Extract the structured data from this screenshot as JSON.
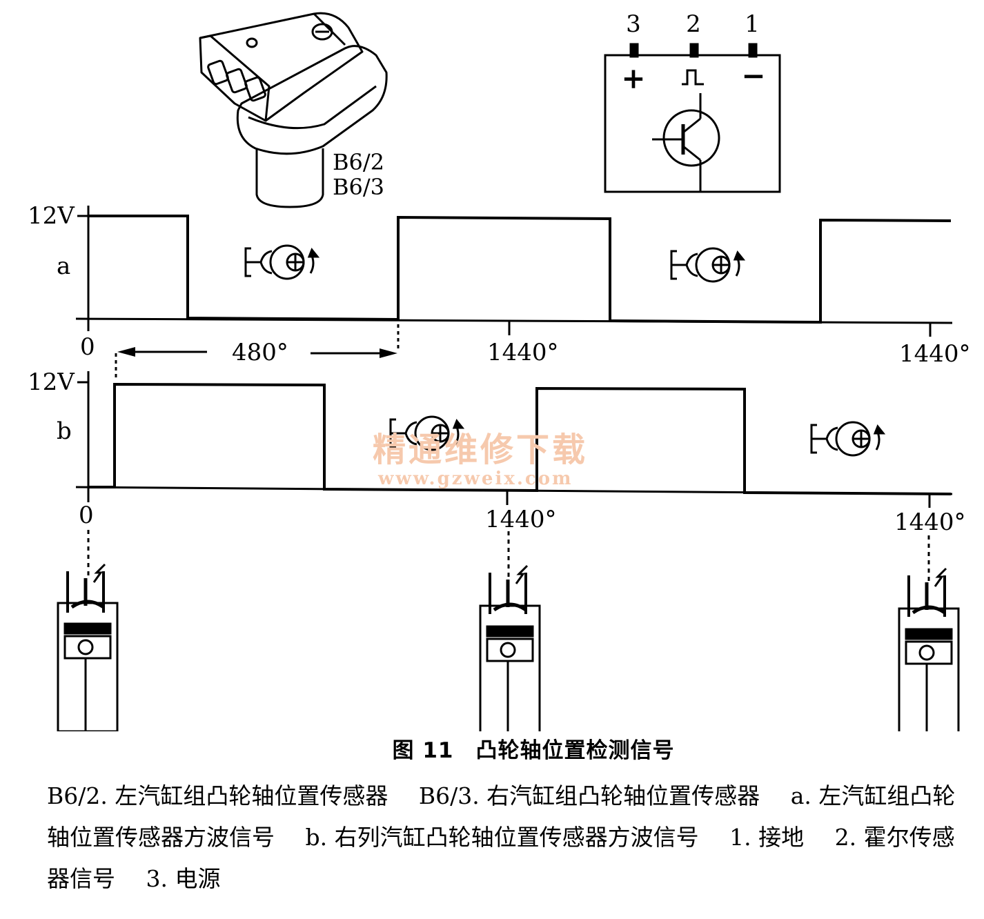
{
  "sensor": {
    "label_left": "B6/2",
    "label_right": "B6/3"
  },
  "schematic": {
    "pins": [
      "3",
      "2",
      "1"
    ],
    "symbols": [
      "+",
      "⎍",
      "−"
    ]
  },
  "waveforms": {
    "a": {
      "label": "a",
      "voltage_label": "12V",
      "zero_label": "0",
      "interval_label": "480°",
      "cycle_labels": [
        "1440°",
        "1440°"
      ]
    },
    "b": {
      "label": "b",
      "voltage_label": "12V",
      "zero_label": "0",
      "cycle_labels": [
        "1440°",
        "1440°"
      ]
    }
  },
  "watermark": {
    "title": "精通维修下载",
    "url": "www.gzweix.com"
  },
  "figure": {
    "title": "图 11　凸轮轴位置检测信号",
    "legend": [
      "B6/2. 左汽缸组凸轮轴位置传感器",
      "B6/3. 右汽缸组凸轮轴位置传感器",
      "a. 左汽缸组凸轮轴位置传感器方波信号",
      "b. 右列汽缸凸轮轴位置传感器方波信号",
      "1. 接地",
      "2. 霍尔传感器信号",
      "3. 电源"
    ]
  }
}
